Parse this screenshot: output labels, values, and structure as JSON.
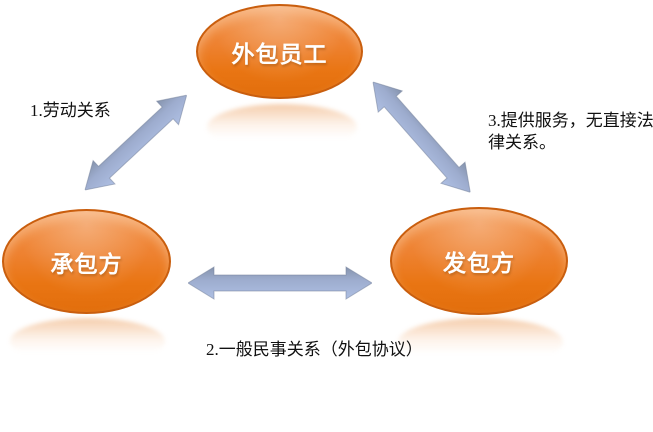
{
  "diagram": {
    "type": "relationship-triangle",
    "background_color": "#ffffff",
    "nodes": [
      {
        "id": "outsourced-employee",
        "label": "外包员工",
        "position": "top"
      },
      {
        "id": "contractor",
        "label": "承包方",
        "position": "bottom-left"
      },
      {
        "id": "principal",
        "label": "发包方",
        "position": "bottom-right"
      }
    ],
    "relations": [
      {
        "id": "labor-relation",
        "label": "1.劳动关系",
        "between": [
          "承包方",
          "外包员工"
        ],
        "arrow": "double-headed"
      },
      {
        "id": "civil-relation",
        "label": "2.一般民事关系（外包协议）",
        "between": [
          "承包方",
          "发包方"
        ],
        "arrow": "double-headed"
      },
      {
        "id": "service-relation",
        "label": "3.提供服务，无直接法律关系。",
        "between": [
          "外包员工",
          "发包方"
        ],
        "arrow": "double-headed"
      }
    ],
    "colors": {
      "node_fill_light": "#f3924a",
      "node_fill_dark": "#e26e0c",
      "node_border": "#c95e0e",
      "node_text": "#ffffff",
      "arrow_gradient_top": "#8593ac",
      "arrow_gradient_mid": "#9dacce",
      "arrow_gradient_bottom": "#aebfe3",
      "arrow_stroke": "#76839d",
      "label_text": "#111111"
    }
  }
}
